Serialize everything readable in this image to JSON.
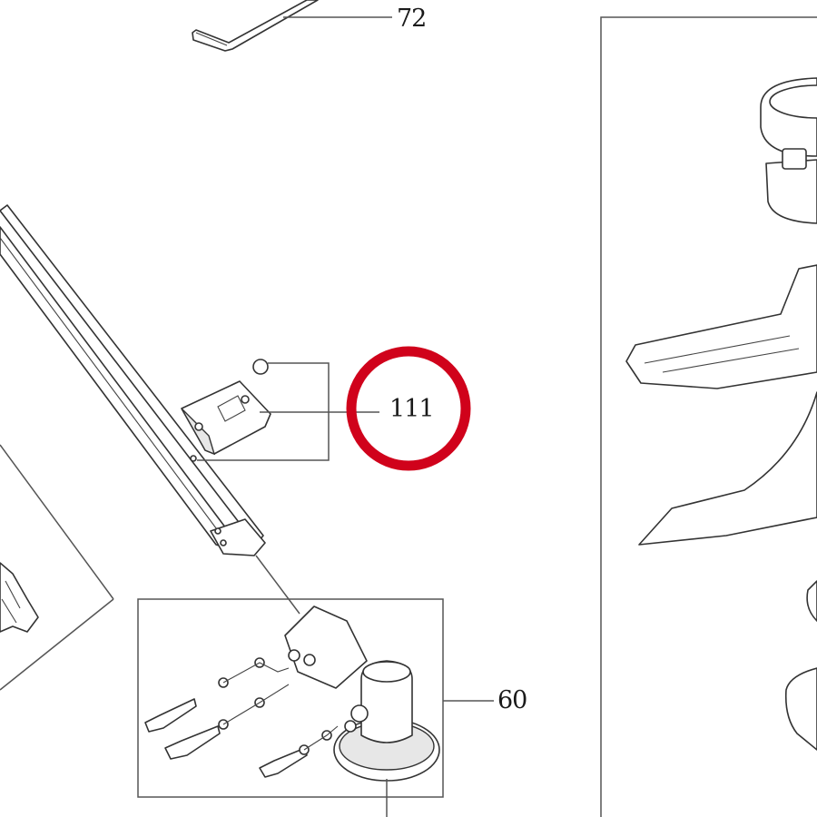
{
  "callouts": {
    "part_72": "72",
    "part_111": "111",
    "part_60": "60"
  },
  "highlight": {
    "target": "111",
    "color": "#d0021b"
  }
}
